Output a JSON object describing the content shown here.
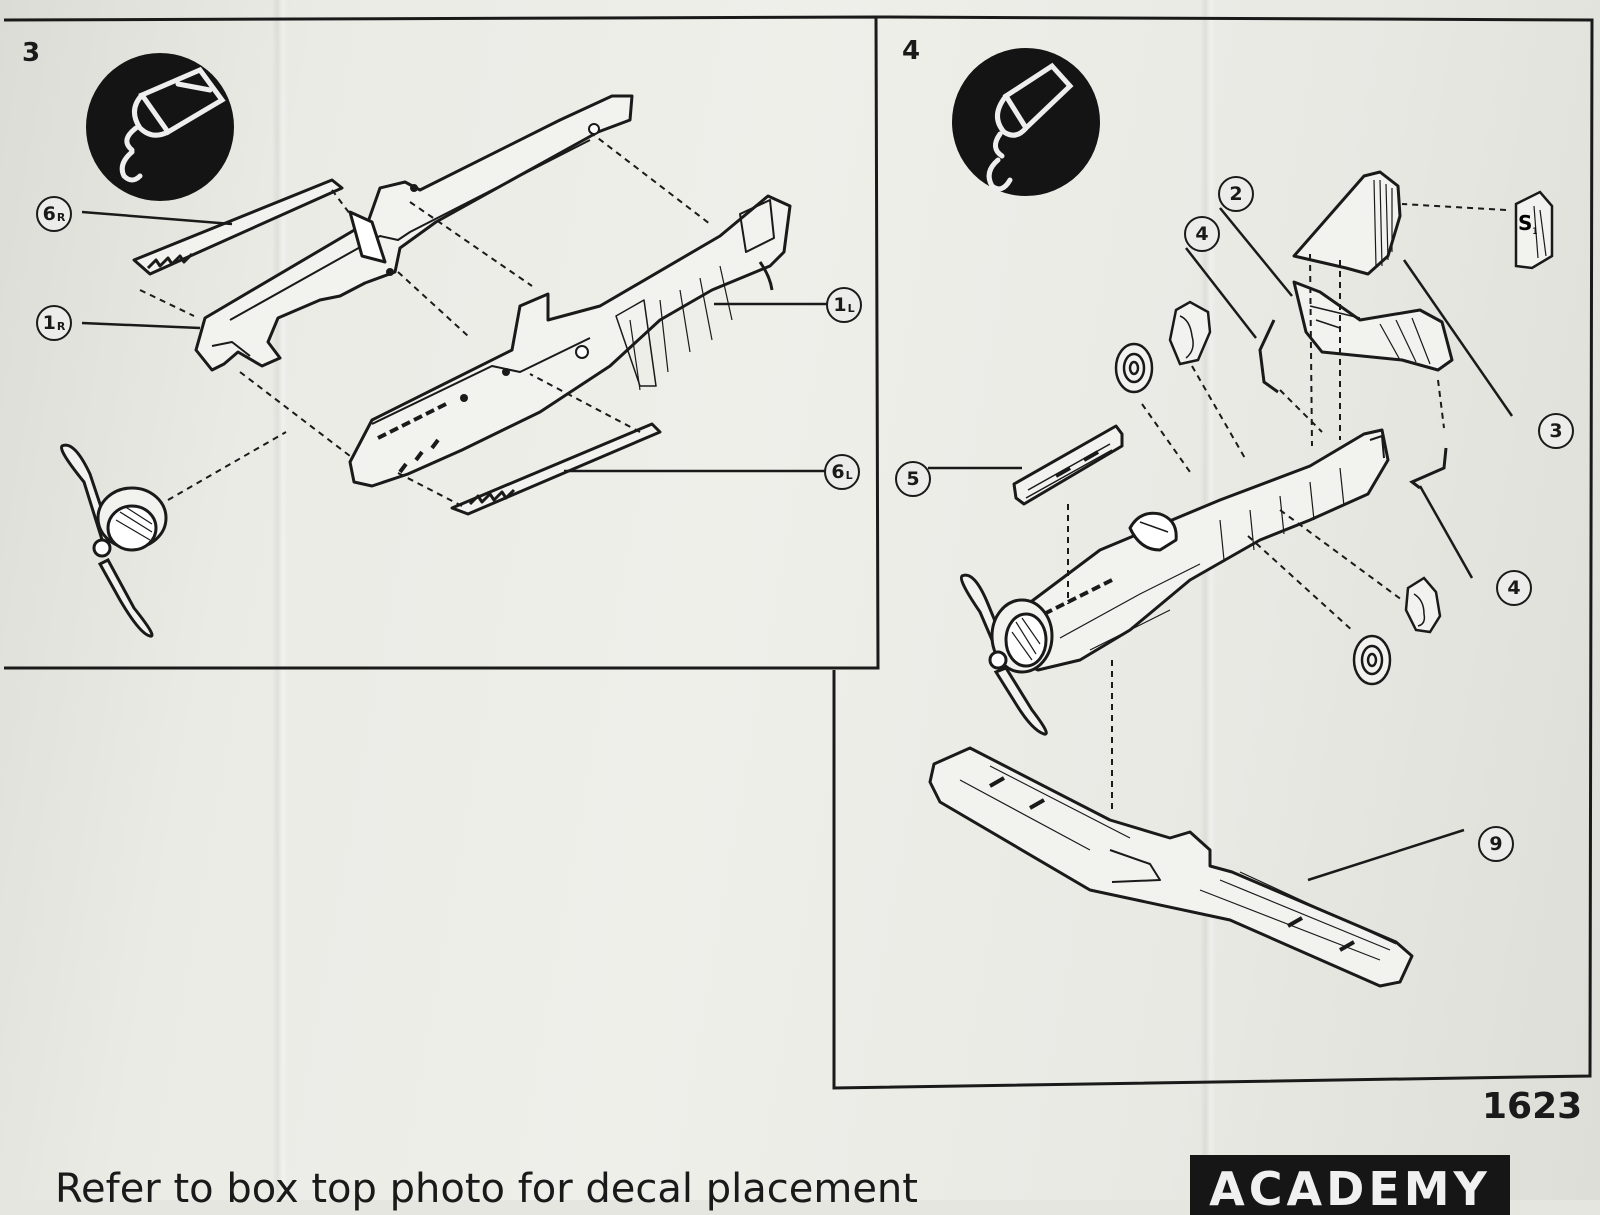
{
  "steps": [
    {
      "number": "3",
      "icon": "cement-tube-icon",
      "parts": [
        "6R",
        "1R",
        "1L",
        "6L"
      ]
    },
    {
      "number": "4",
      "icon": "cement-tube-icon",
      "parts": [
        "2",
        "4",
        "3",
        "5",
        "4",
        "9"
      ]
    }
  ],
  "part_tags": {
    "p6R": {
      "main": "6",
      "sub": "R"
    },
    "p1R": {
      "main": "1",
      "sub": "R"
    },
    "p1L": {
      "main": "1",
      "sub": "L"
    },
    "p6L": {
      "main": "6",
      "sub": "L"
    },
    "p2": {
      "main": "2"
    },
    "p4a": {
      "main": "4"
    },
    "p3": {
      "main": "3"
    },
    "p5": {
      "main": "5"
    },
    "p4b": {
      "main": "4"
    },
    "p9": {
      "main": "9"
    }
  },
  "decal_labels": {
    "rudder": "S",
    "rudder_sub": "1"
  },
  "sheet_code": "1623",
  "decal_note": "Refer to box top photo for decal placement",
  "brand": "ACADEMY",
  "colors": {
    "ink": "#1a1a1a",
    "paper": "#ececea",
    "badge": "#141414"
  }
}
